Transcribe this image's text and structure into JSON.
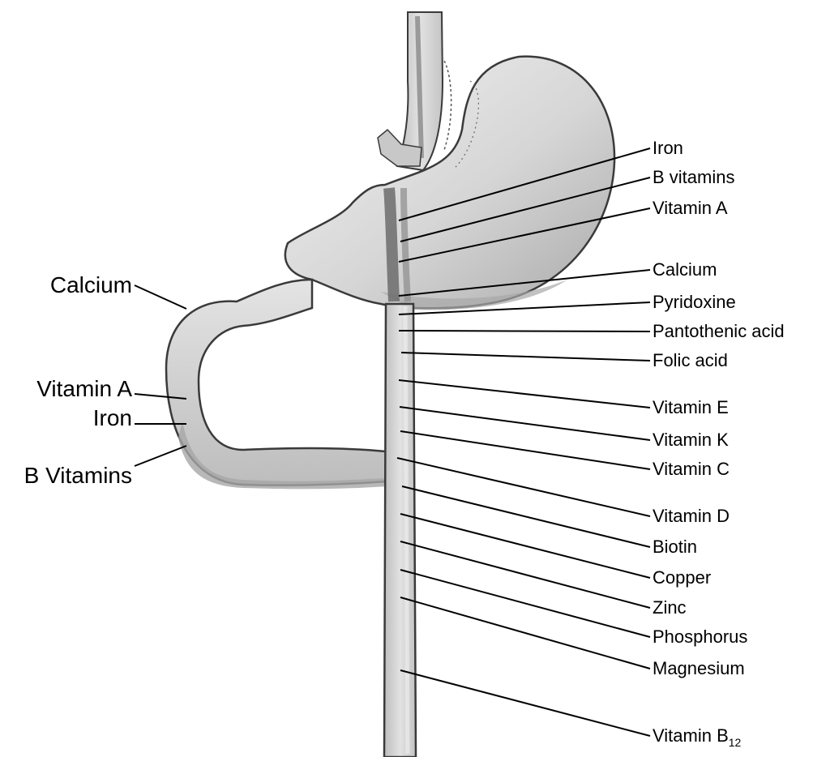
{
  "right_labels": [
    {
      "text": "Iron"
    },
    {
      "text": "B vitamins"
    },
    {
      "text": "Vitamin A"
    },
    {
      "text": "Calcium"
    },
    {
      "text": "Pyridoxine"
    },
    {
      "text": "Pantothenic acid"
    },
    {
      "text": "Folic acid"
    },
    {
      "text": "Vitamin E"
    },
    {
      "text": "Vitamin K"
    },
    {
      "text": "Vitamin C"
    },
    {
      "text": "Vitamin D"
    },
    {
      "text": "Biotin"
    },
    {
      "text": "Copper"
    },
    {
      "text": "Zinc"
    },
    {
      "text": "Phosphorus"
    },
    {
      "text": "Magnesium"
    },
    {
      "text": "Vitamin B",
      "subscript": "12"
    }
  ],
  "left_labels": [
    {
      "text": "Calcium"
    },
    {
      "text": "Vitamin A"
    },
    {
      "text": "Iron"
    },
    {
      "text": "B Vitamins"
    }
  ],
  "colors": {
    "organ_fill": "#d8d8d8",
    "organ_shade": "#b4b4b4",
    "organ_dark": "#7a7a7a",
    "outline": "#3a3a3a",
    "leader_line": "#000000",
    "label_text": "#000000"
  }
}
